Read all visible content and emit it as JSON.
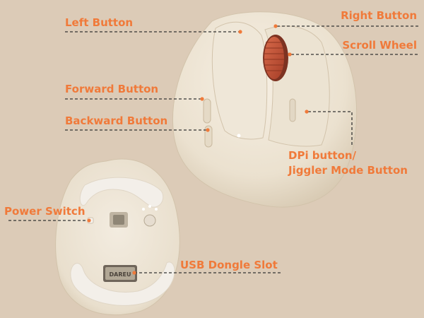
{
  "colors": {
    "background": "#dccbb7",
    "label": "#f07a3a",
    "leader_line": "#333333",
    "body": "#efe6d6",
    "body_shade": "#ddd0bb",
    "wheel": "#c9553a",
    "glide_pad": "#f3efe9"
  },
  "labels": {
    "left_button": "Left Button",
    "right_button": "Right Button",
    "scroll_wheel": "Scroll Wheel",
    "forward_button": "Forward Button",
    "backward_button": "Backward Button",
    "dpi_line1": "DPi button/",
    "dpi_line2": "Jiggler Mode Button",
    "power_switch": "Power Switch",
    "usb_dongle_slot": "USB Dongle Slot"
  },
  "brand": "DAREU"
}
